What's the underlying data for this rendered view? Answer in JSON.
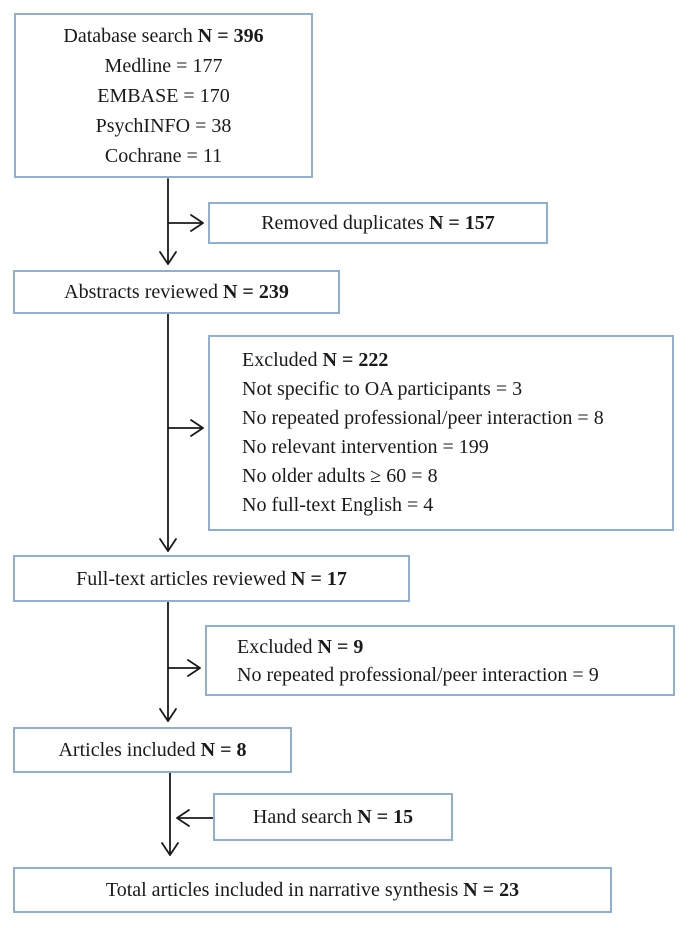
{
  "diagram": {
    "type": "prisma-flowchart",
    "colors": {
      "box_border": "#8fafd4",
      "arrow": "#1a1a1a",
      "text": "#1a1a1a",
      "background": "#ffffff"
    },
    "boxes": {
      "database_search": {
        "prefix": "Database search ",
        "bold": "N = 396",
        "lines": [
          "Medline = 177",
          "EMBASE = 170",
          "PsychINFO = 38",
          "Cochrane = 11"
        ]
      },
      "removed_duplicates": {
        "prefix": "Removed duplicates ",
        "bold": "N = 157"
      },
      "abstracts_reviewed": {
        "prefix": "Abstracts reviewed ",
        "bold": "N = 239"
      },
      "excluded_abstracts": {
        "prefix": "Excluded ",
        "bold": "N = 222",
        "lines": [
          "Not specific to OA participants = 3",
          "No repeated professional/peer interaction = 8",
          "No relevant intervention = 199",
          "No older adults ≥ 60 = 8",
          "No full-text English = 4"
        ]
      },
      "full_text_reviewed": {
        "prefix": "Full-text articles reviewed ",
        "bold": "N = 17"
      },
      "excluded_full_text": {
        "prefix": "Excluded ",
        "bold": "N = 9",
        "lines": [
          "No repeated professional/peer interaction = 9"
        ]
      },
      "articles_included": {
        "prefix": "Articles included ",
        "bold": "N = 8"
      },
      "hand_search": {
        "prefix": "Hand search ",
        "bold": "N = 15"
      },
      "total_included": {
        "prefix": "Total articles included in narrative synthesis ",
        "bold": "N = 23"
      }
    }
  }
}
